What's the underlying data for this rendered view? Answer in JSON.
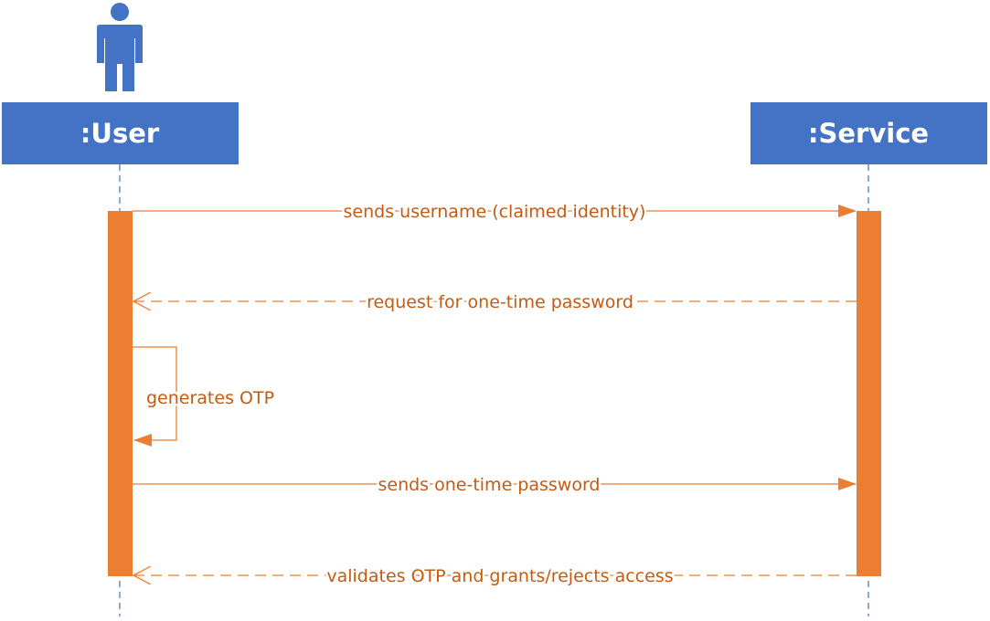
{
  "participants": {
    "user": {
      "label": ":User",
      "icon": "actor-icon"
    },
    "service": {
      "label": ":Service"
    }
  },
  "messages": [
    {
      "from": "user",
      "to": "service",
      "style": "solid",
      "label": "sends username (claimed identity)"
    },
    {
      "from": "service",
      "to": "user",
      "style": "dashed",
      "label": "request for one-time password"
    },
    {
      "from": "user",
      "to": "user",
      "style": "self",
      "label": "generates OTP"
    },
    {
      "from": "user",
      "to": "service",
      "style": "solid",
      "label": "sends one-time password"
    },
    {
      "from": "service",
      "to": "user",
      "style": "dashed",
      "label": "validates OTP and grants/rejects access"
    }
  ],
  "colors": {
    "participant_fill": "#4472c4",
    "lifeline": "#4472c4",
    "activation": "#ed7d31",
    "message_line": "#ed7d31",
    "message_text": "#c55a11"
  }
}
